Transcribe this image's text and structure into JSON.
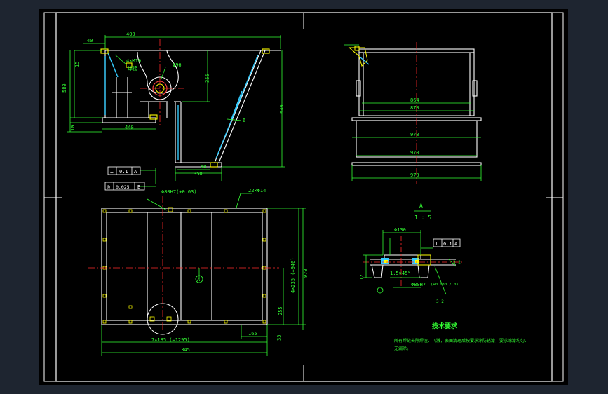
{
  "window": {
    "background": "#1e2530",
    "sheet_background": "#000000"
  },
  "colors": {
    "frame": "#ffffff",
    "outline": "#ffffff",
    "dimension": "#33ff33",
    "center_line": "#ff2a2a",
    "highlight": "#ffff00",
    "annotation": "#00e5ff",
    "weld_fill": "#33ccff"
  },
  "front_view": {
    "top_width": "400",
    "left_offset": "40",
    "hole_callout": "4×M10",
    "weld_note": "焊接",
    "bore_dia": "Φ96",
    "height_left": "580",
    "upper_offset": "15",
    "height_mid": "355",
    "height_total": "940",
    "base_offset": "10",
    "base_width": "440",
    "bottom_offset": "40",
    "bottom_width": "350",
    "slope_mark": "6"
  },
  "tolerances": {
    "perp_symbol": "⊥",
    "perp_value": "0.1",
    "perp_datum": "A",
    "conc_symbol": "◎",
    "conc_value": "0.025",
    "conc_datum": "B"
  },
  "plan_view": {
    "fit_callout": "Φ80H7(+0.03)",
    "hole_pattern": "22×Φ14",
    "center_marker": "A",
    "vertical_pitch": "4×235 (=940)",
    "overall_height": "970",
    "bottom_gap": "255",
    "corner_offset": "35",
    "right_offset": "165",
    "horizontal_pitch": "7×185 (=1295)",
    "overall_width": "1345"
  },
  "side_view": {
    "dim_1": "864",
    "dim_2": "870",
    "dim_3": "970",
    "dim_4": "970",
    "dim_5": "970"
  },
  "detail": {
    "label": "A",
    "scale": "1 : 5",
    "outer_dia": "Φ130",
    "perp_symbol": "⊥",
    "perp_value": "0.1",
    "perp_datum": "A",
    "rough_value": "3.2",
    "chamfer": "1.5×45°",
    "bore_fit": "Φ80H7",
    "bore_tol": "(+0.030 / 0)",
    "thickness": "12",
    "rough_small": "3.2"
  },
  "notes": {
    "title": "技术要求",
    "line_1": "所有焊缝去除焊渣、飞溅，表面清理后按要求涂防锈漆，要求涂漆均匀、",
    "line_2": "无漏涂。"
  }
}
